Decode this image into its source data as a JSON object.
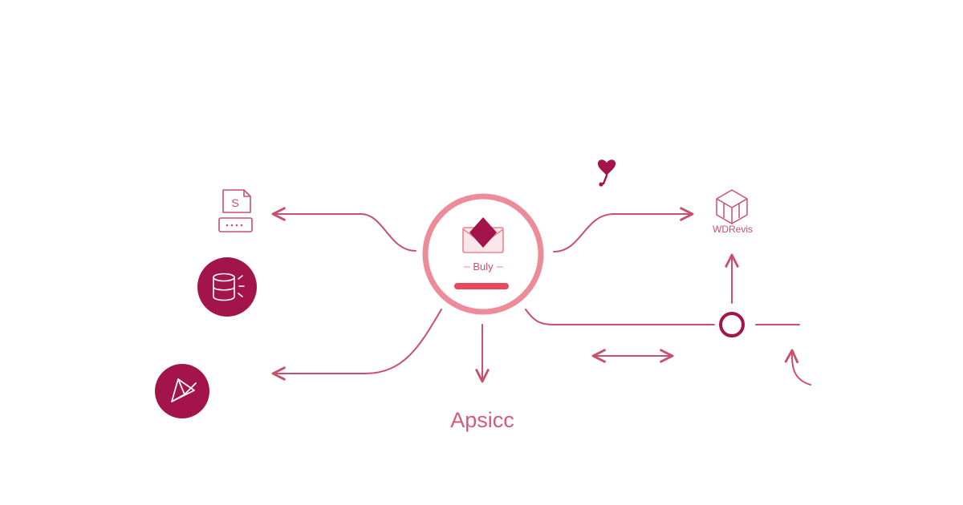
{
  "colors": {
    "line": "#c8506e",
    "accent": "#e8868f",
    "dark": "#a3154a",
    "bar": "#e74a5e",
    "text": "#d45a78"
  },
  "center": {
    "label": "Buly",
    "icon": "envelope-diamond-icon"
  },
  "bottom_label": "Apsicc",
  "right_node": {
    "label": "WDRevis",
    "icon": "cube-icon"
  },
  "left_nodes": [
    {
      "icon": "document-card-icon"
    },
    {
      "icon": "database-icon"
    },
    {
      "icon": "plane-icon"
    }
  ],
  "decor": {
    "icon": "heart-note-icon"
  }
}
